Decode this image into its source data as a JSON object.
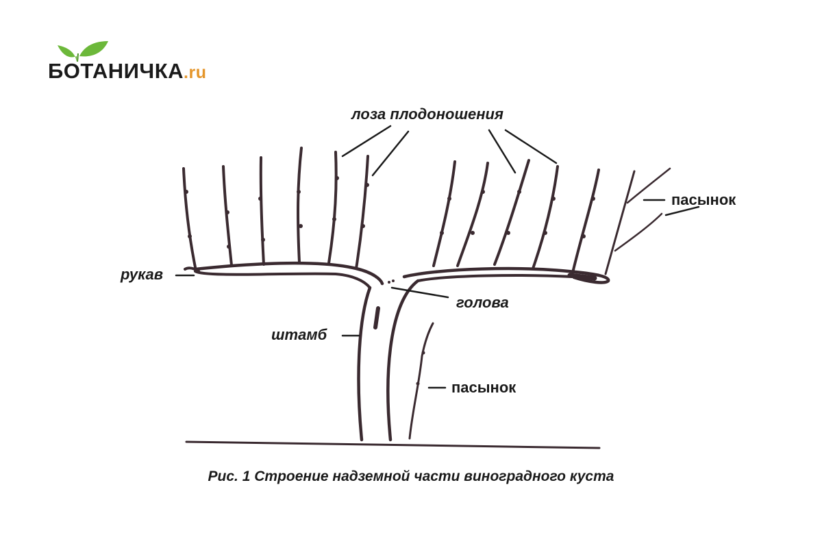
{
  "logo": {
    "text_main": "БОТАНИЧКА",
    "text_suffix": ".ru",
    "icon": "sprout-icon",
    "colors": {
      "leaf": "#6cb83a",
      "dot": "#e5962b",
      "text": "#1a1a1a"
    }
  },
  "diagram": {
    "labels": {
      "fruiting_vine": "лоза плодоношения",
      "stepson_top": "пасынок",
      "sleeve": "рукав",
      "head": "голова",
      "trunk": "штамб",
      "stepson_bottom": "пасынок"
    },
    "caption": "Рис. 1 Строение надземной части виноградного куста",
    "colors": {
      "plant": "#3a2a30",
      "line": "#1a1a1a"
    }
  }
}
